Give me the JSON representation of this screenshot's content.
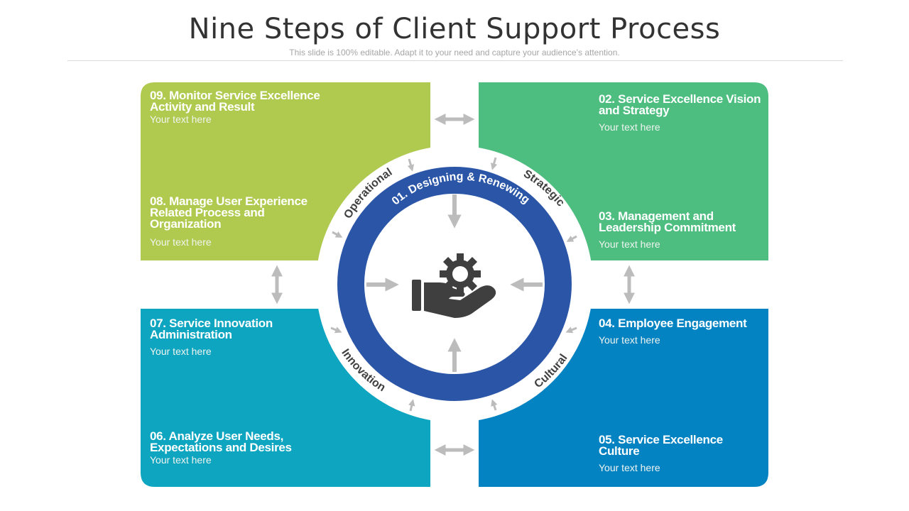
{
  "header": {
    "title": "Nine Steps of Client Support Process",
    "subtitle": "This slide is 100% editable. Adapt it to your need and capture your audience’s attention."
  },
  "colors": {
    "quadrant_top_left": "#afca4f",
    "quadrant_top_right": "#4dbd80",
    "quadrant_bottom_left": "#0ea5c0",
    "quadrant_bottom_right": "#0383c2",
    "center_ring": "#2b56a8",
    "arrow": "#bcbcbc",
    "icon": "#3f3f3f"
  },
  "center": {
    "label": "01. Designing & Renewing",
    "icon": "hand-gear-icon"
  },
  "ring_labels": {
    "operational": "Operational",
    "strategic": "Strategic",
    "innovation": "Innovation",
    "cultural": "Cultural"
  },
  "steps": {
    "s02": {
      "title": "02. Service Excellence Vision and Strategy",
      "text": "Your text here"
    },
    "s03": {
      "title": "03. Management and Leadership Commitment",
      "text": "Your text here"
    },
    "s04": {
      "title": "04. Employee Engagement",
      "text": "Your text here"
    },
    "s05": {
      "title": "05. Service Excellence Culture",
      "text": "Your text here"
    },
    "s06": {
      "title": "06. Analyze User Needs, Expectations and Desires",
      "text": "Your text here"
    },
    "s07": {
      "title": "07. Service Innovation Administration",
      "text": "Your text here"
    },
    "s08": {
      "title": "08. Manage User Experience Related Process and Organization",
      "text": "Your text here"
    },
    "s09": {
      "title": "09. Monitor Service Excellence Activity and Result",
      "text": "Your text here"
    }
  }
}
